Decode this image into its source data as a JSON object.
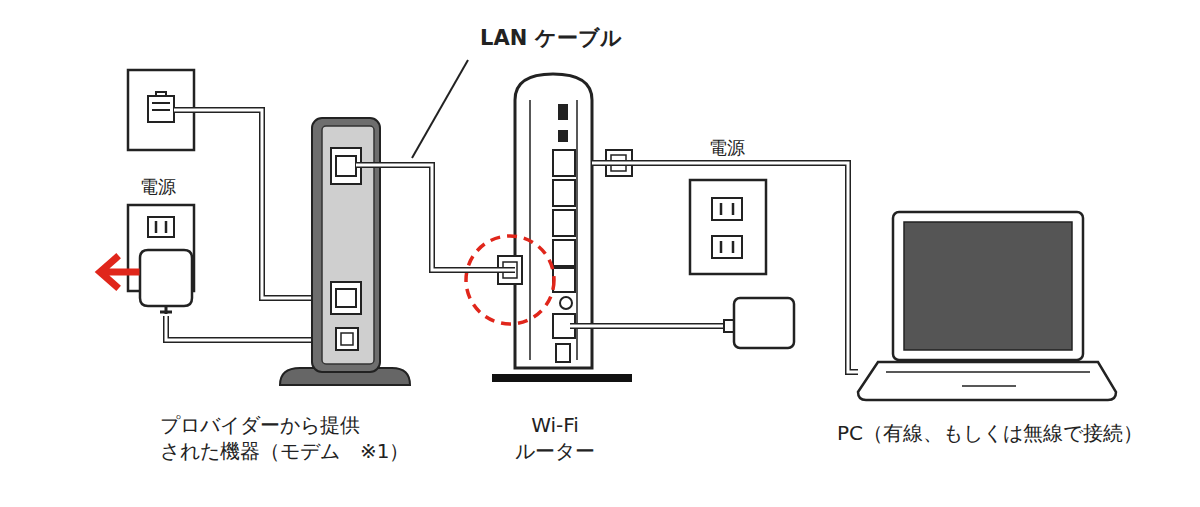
{
  "diagram": {
    "nodes": [
      {
        "text": [
          "プロバイダーから提供 された機器（モデム　※1）"
        ]
      },
      {
        "text": [
          "Wi-Fi ルーター"
        ]
      },
      {
        "text": [
          "PC（有線、もしくは無線で接続）"
        ]
      }
    ],
    "edges": [
      {
        "from": 0,
        "to": 1,
        "arrow": "none",
        "label": "LAN ケーブル"
      },
      {
        "from": 1,
        "to": 2,
        "arrow": "none"
      }
    ],
    "labels": [
      "電源",
      "電源"
    ]
  }
}
